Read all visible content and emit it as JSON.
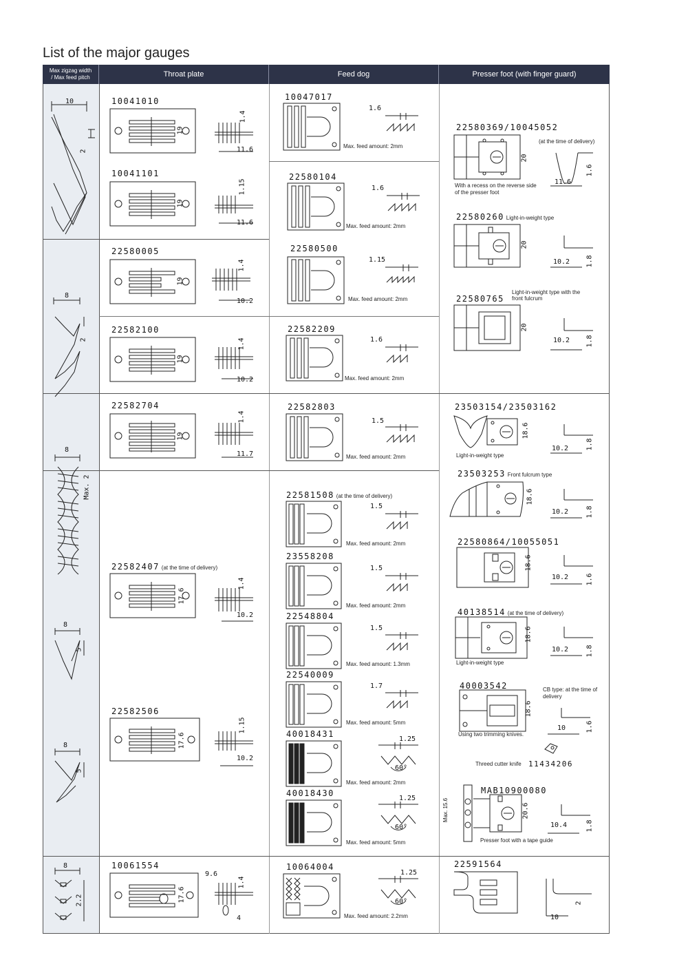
{
  "page_title": "List of the major gauges",
  "headers": {
    "col1_line1": "Max zigzag width",
    "col1_line2": "/ Max feed pitch",
    "throat_plate": "Throat plate",
    "feed_dog": "Feed dog",
    "presser_foot": "Presser foot (with finger guard)"
  },
  "zigzag": {
    "g1_w": "10",
    "g1_p": "2",
    "g2_w": "8",
    "g2_p": "2",
    "g3_w": "8",
    "g3_p": "Max. 2",
    "g4_w": "8",
    "g4_p": "5",
    "g5_w": "8",
    "g5_p": "5",
    "g6_w": "8",
    "g6_p": "2.2"
  },
  "throat": [
    {
      "id": "10041010",
      "w": "19",
      "t": "1.4",
      "l": "11.6"
    },
    {
      "id": "10041101",
      "w": "19",
      "t": "1.15",
      "l": "11.6"
    },
    {
      "id": "22580005",
      "w": "19",
      "t": "1.4",
      "l": "10.2"
    },
    {
      "id": "22582100",
      "w": "19",
      "t": "1.4",
      "l": "10.2"
    },
    {
      "id": "22582704",
      "w": "19",
      "t": "1.4",
      "l": "11.7"
    },
    {
      "id": "22582407",
      "note": "(at the time of delivery)",
      "w": "17.6",
      "t": "1.4",
      "l": "10.2"
    },
    {
      "id": "22582506",
      "w": "17.6",
      "t": "1.15",
      "l": "10.2"
    },
    {
      "id": "10061554",
      "w": "17.6",
      "t": "1.4",
      "l": "4",
      "top": "9.6"
    }
  ],
  "feed": [
    {
      "id": "10047017",
      "h": "1.6",
      "cap": "Max. feed amount: 2mm"
    },
    {
      "id": "22580104",
      "h": "1.6",
      "cap": "Max. feed amount: 2mm"
    },
    {
      "id": "22580500",
      "h": "1.15",
      "cap": "Max. feed amount: 2mm"
    },
    {
      "id": "22582209",
      "h": "1.6",
      "cap": "Max. feed amount: 2mm"
    },
    {
      "id": "22582803",
      "h": "1.5",
      "cap": "Max. feed amount: 2mm"
    },
    {
      "id": "22581508",
      "note": "(at the time of delivery)",
      "h": "1.5",
      "cap": "Max. feed amount: 2mm"
    },
    {
      "id": "23558208",
      "h": "1.5",
      "cap": "Max. feed amount: 2mm"
    },
    {
      "id": "22548804",
      "h": "1.5",
      "cap": "Max. feed amount: 1.3mm"
    },
    {
      "id": "22540009",
      "h": "1.7",
      "cap": "Max. feed amount: 5mm"
    },
    {
      "id": "40018431",
      "h": "1.25",
      "a": "60°",
      "cap": "Max. feed amount: 2mm"
    },
    {
      "id": "40018430",
      "h": "1.25",
      "a": "60°",
      "cap": "Max. feed amount: 5mm"
    },
    {
      "id": "10064004",
      "h": "1.25",
      "a": "60°",
      "cap": "Max. feed amount: 2.2mm"
    }
  ],
  "presser": [
    {
      "id": "22580369/10045052",
      "note": "(at the time of delivery)",
      "h": "20",
      "w": "11.6",
      "t": "1.6",
      "cap": "With a recess on the reverse side of the presser foot"
    },
    {
      "id": "22580260",
      "note": "Light-in-weight type",
      "h": "20",
      "w": "10.2",
      "t": "1.8"
    },
    {
      "id": "22580765",
      "note": "Light-in-weight type with the front fulcrum",
      "h": "20",
      "w": "10.2",
      "t": "1.8"
    },
    {
      "id": "23503154/23503162",
      "h": "18.6",
      "w": "10.2",
      "t": "1.8",
      "cap": "Light-in-weight type"
    },
    {
      "id": "23503253",
      "note": "Front fulcrum type",
      "h": "18.6",
      "w": "10.2",
      "t": "1.8"
    },
    {
      "id": "22580864/10055051",
      "h": "18.6",
      "w": "10.2",
      "t": "1.6"
    },
    {
      "id": "40138514",
      "note": "(at the time of delivery)",
      "h": "18.6",
      "w": "10.2",
      "t": "1.8",
      "cap": "Light-in-weight type"
    },
    {
      "id": "40003542",
      "note": "CB type: at the time of delivery",
      "h": "18.6",
      "w": "10",
      "t": "1.6",
      "cap": "Using two trimming knives."
    },
    {
      "id": "MAB10900080",
      "h": "20.6",
      "w": "10.4",
      "t": "1.8",
      "side": "Max. 15.6",
      "cap": "Presser foot with a tape guide"
    },
    {
      "id": "22591564",
      "w": "10",
      "t": "2"
    }
  ],
  "cutter": {
    "label": "Threed cutter knife",
    "id": "11434206"
  }
}
